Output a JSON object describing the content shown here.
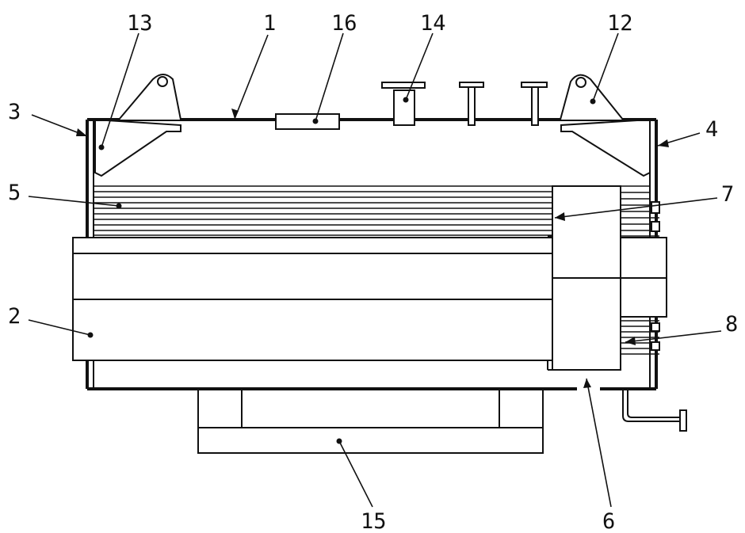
{
  "labels": {
    "l1": "1",
    "l2": "2",
    "l3": "3",
    "l4": "4",
    "l5": "5",
    "l6": "6",
    "l7": "7",
    "l8": "8",
    "l12": "12",
    "l13": "13",
    "l14": "14",
    "l15": "15",
    "l16": "16"
  },
  "colors": {
    "line": "#111111",
    "background": "#ffffff"
  }
}
